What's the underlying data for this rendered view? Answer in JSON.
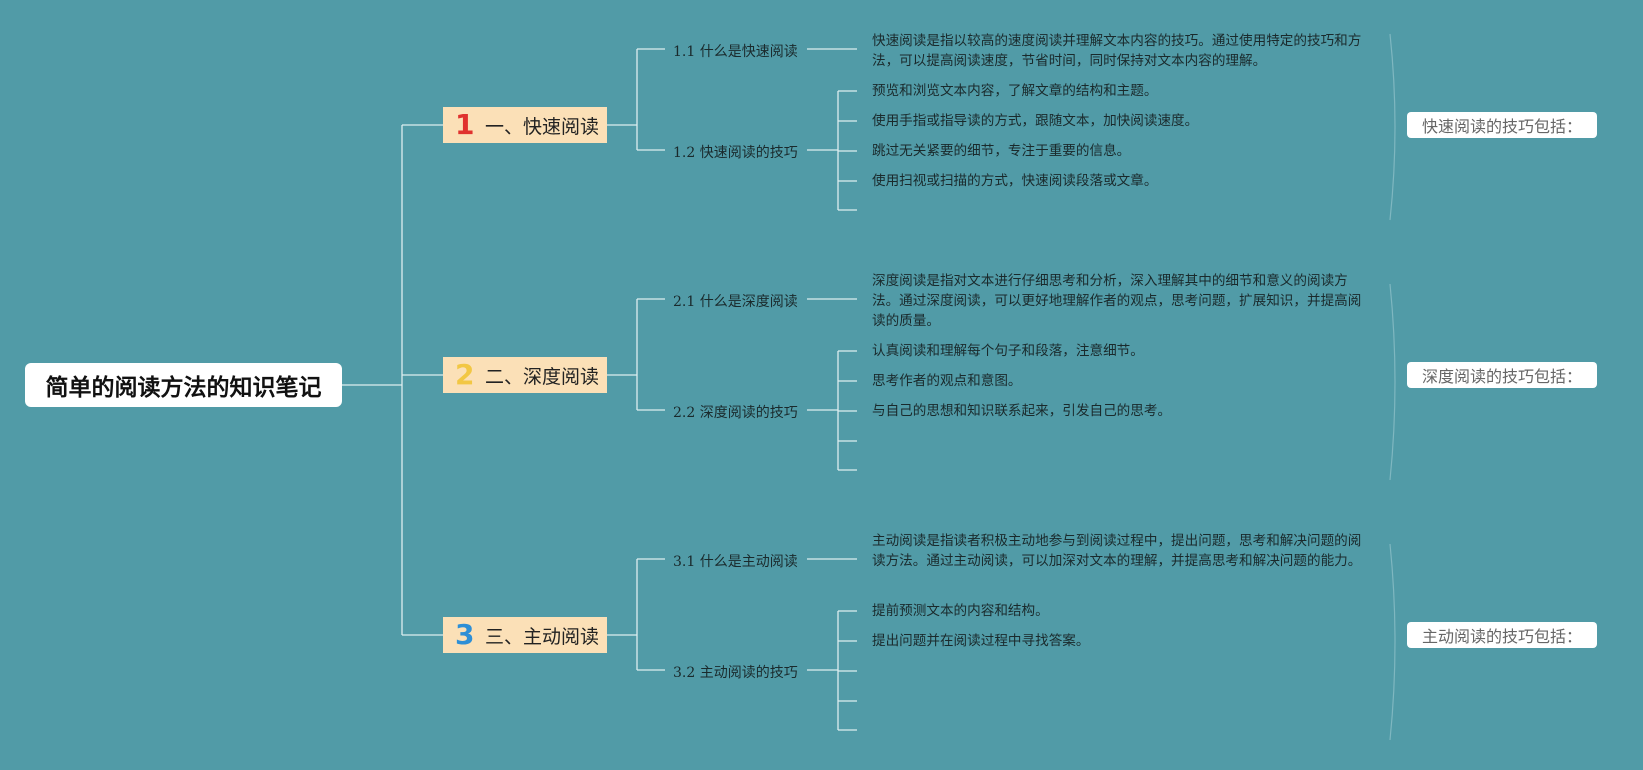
{
  "root": {
    "title": "简单的阅读方法的知识笔记"
  },
  "sections": [
    {
      "number": "1",
      "number_color": "#E0322E",
      "title": "一、快速阅读",
      "sub1": "1.1 什么是快速阅读",
      "sub1_desc": "快速阅读是指以较高的速度阅读并理解文本内容的技巧。通过使用特定的技巧和方法，可以提高阅读速度，节省时间，同时保持对文本内容的理解。",
      "sub2": "1.2 快速阅读的技巧",
      "tips": [
        "预览和浏览文本内容，了解文章的结构和主题。",
        "使用手指或指导读的方式，跟随文本，加快阅读速度。",
        "跳过无关紧要的细节，专注于重要的信息。",
        "使用扫视或扫描的方式，快速阅读段落或文章。",
        ""
      ],
      "summary": "快速阅读的技巧包括："
    },
    {
      "number": "2",
      "number_color": "#F2C744",
      "title": "二、深度阅读",
      "sub1": "2.1 什么是深度阅读",
      "sub1_desc": "深度阅读是指对文本进行仔细思考和分析，深入理解其中的细节和意义的阅读方法。通过深度阅读，可以更好地理解作者的观点，思考问题，扩展知识，并提高阅读的质量。",
      "sub2": "2.2 深度阅读的技巧",
      "tips": [
        "认真阅读和理解每个句子和段落，注意细节。",
        "思考作者的观点和意图。",
        "与自己的思想和知识联系起来，引发自己的思考。",
        "",
        ""
      ],
      "summary": "深度阅读的技巧包括："
    },
    {
      "number": "3",
      "number_color": "#2E8FD6",
      "title": "三、主动阅读",
      "sub1": "3.1 什么是主动阅读",
      "sub1_desc": "主动阅读是指读者积极主动地参与到阅读过程中，提出问题，思考和解决问题的阅读方法。通过主动阅读，可以加深对文本的理解，并提高思考和解决问题的能力。",
      "sub2": "3.2 主动阅读的技巧",
      "tips": [
        "提前预测文本的内容和结构。",
        "提出问题并在阅读过程中寻找答案。",
        "",
        "",
        ""
      ],
      "summary": "主动阅读的技巧包括："
    }
  ],
  "colors": {
    "background": "#519BA7",
    "lines": "#DDEEF0",
    "section_fill": "#FBE0B7"
  }
}
